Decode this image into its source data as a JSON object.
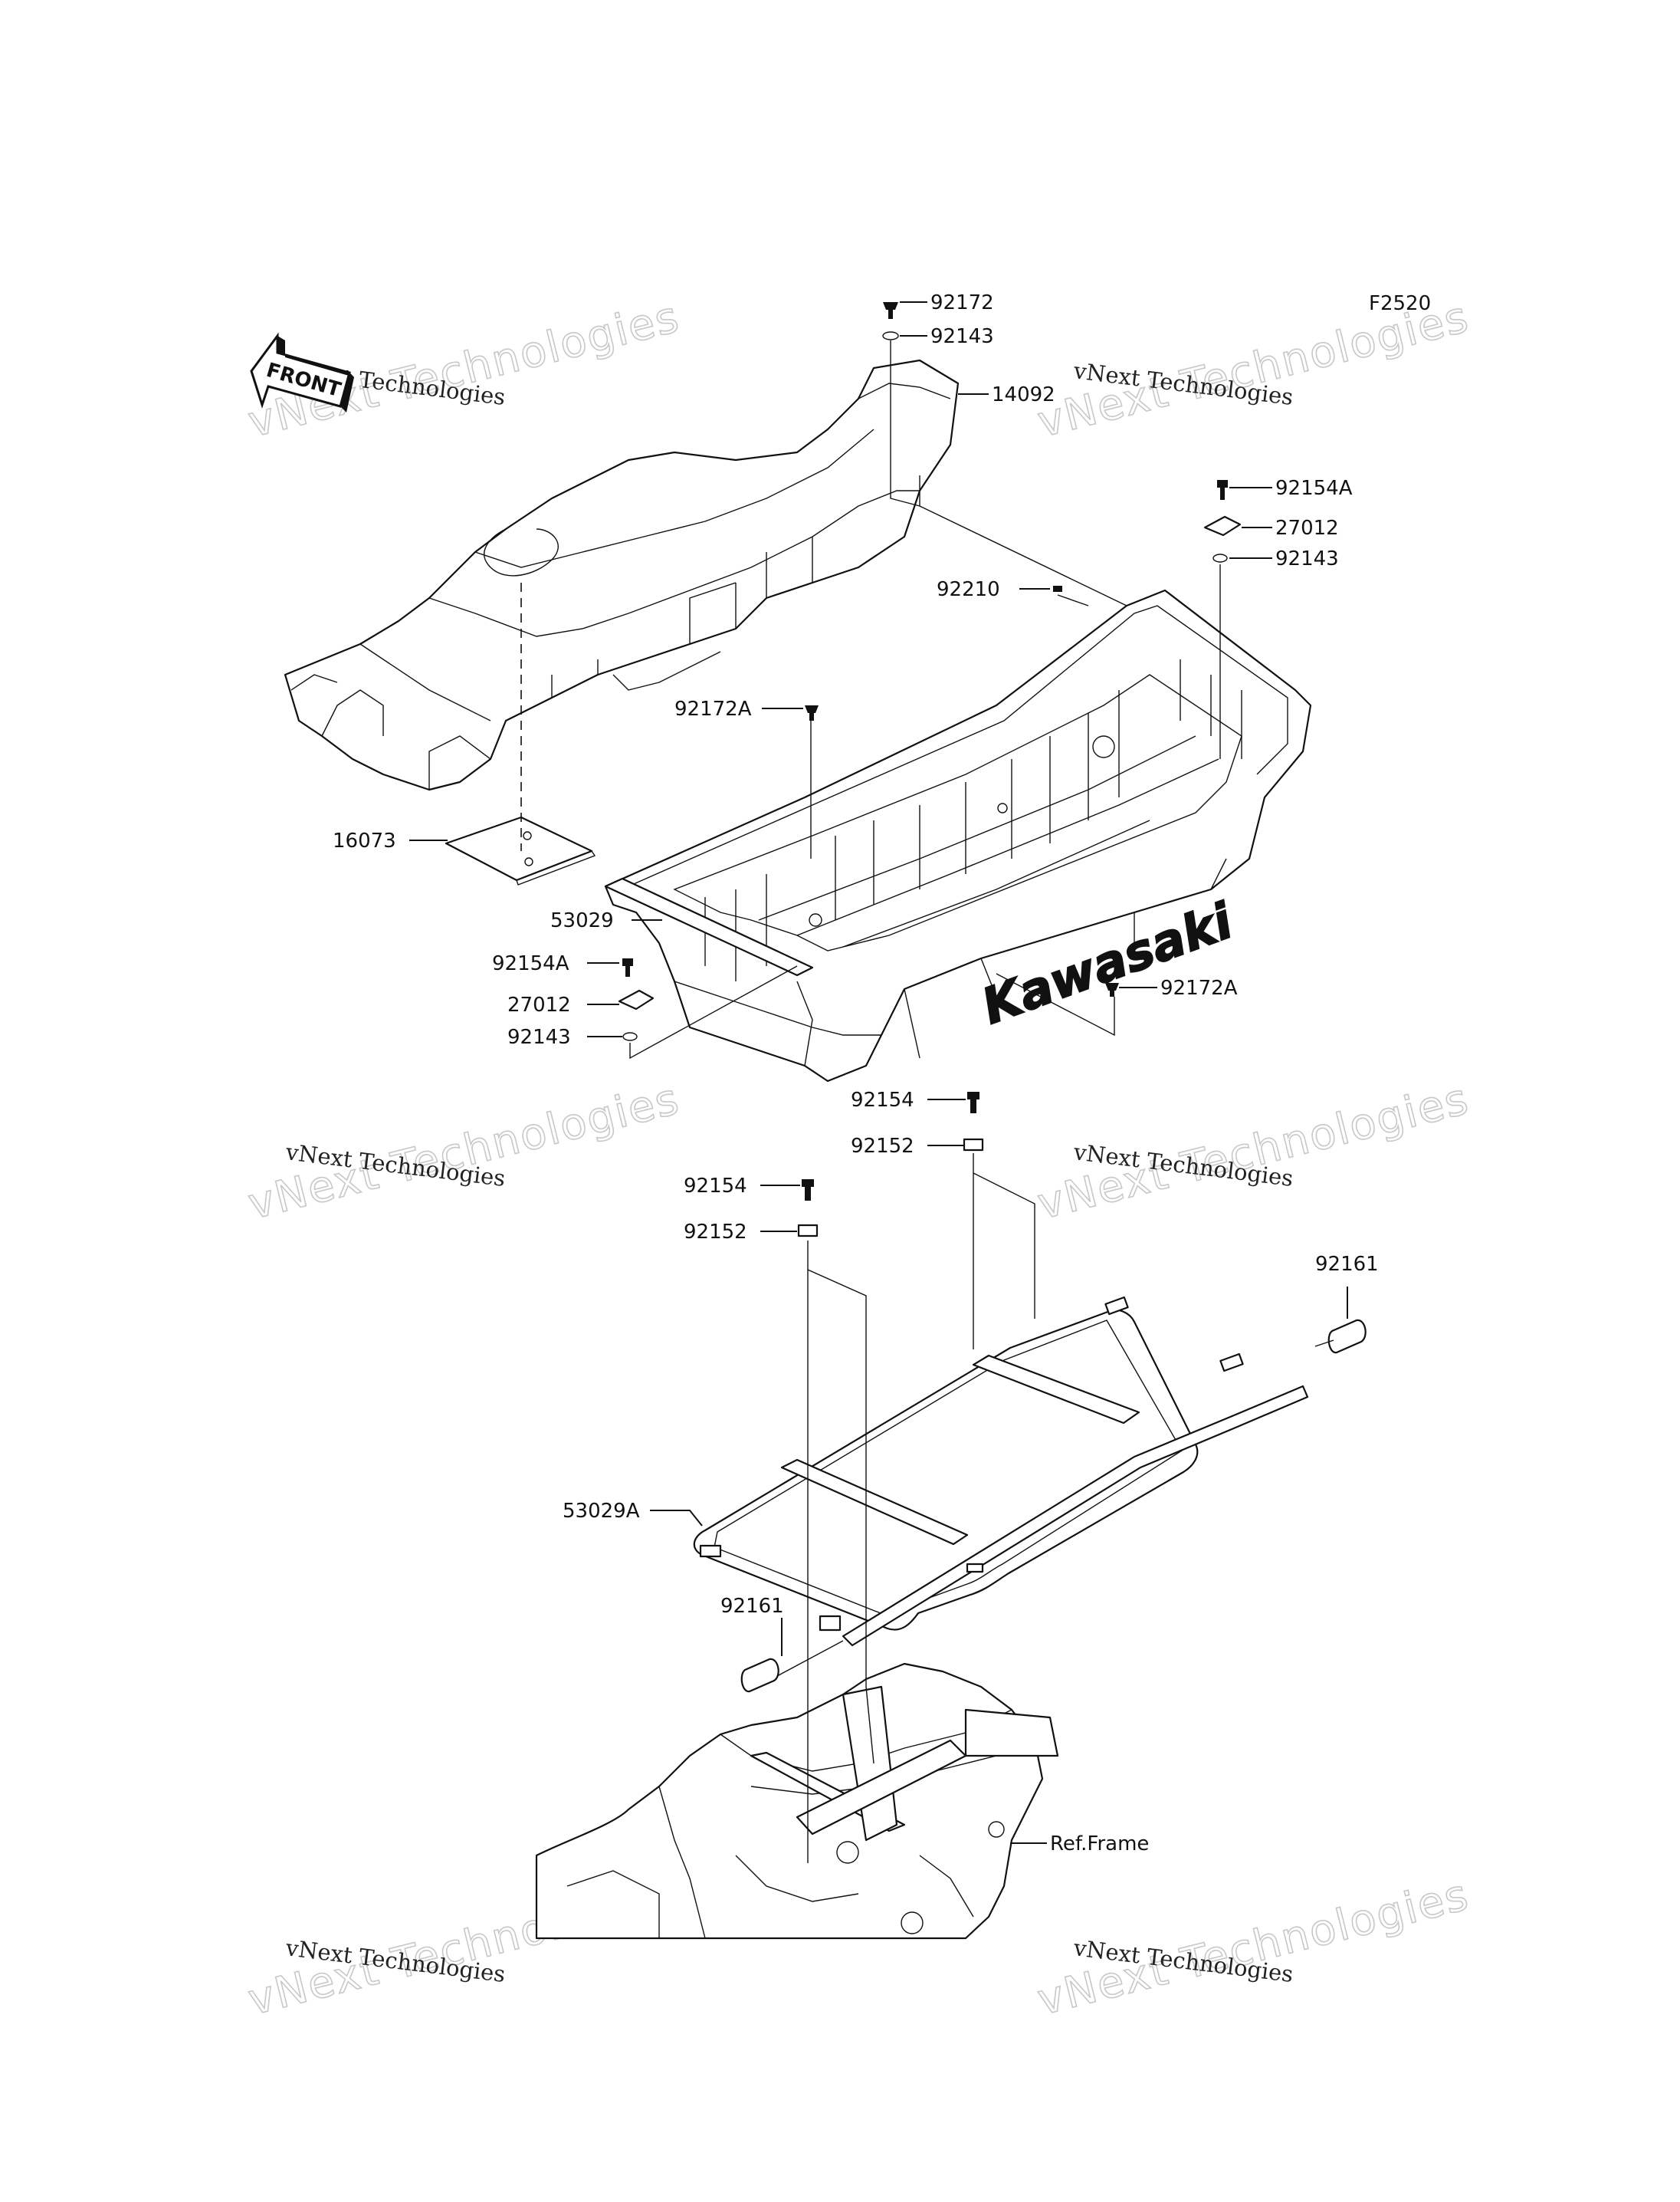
{
  "figure_code": "F2520",
  "front_arrow": {
    "text": "FRONT",
    "icon": "front-arrow-icon"
  },
  "watermark": {
    "big": "vNext Technologies",
    "small": "vNext Technologies"
  },
  "brand_on_bed": "Kawasaki",
  "labels": [
    {
      "id": "92172_top",
      "text": "92172"
    },
    {
      "id": "92143_top",
      "text": "92143"
    },
    {
      "id": "14092",
      "text": "14092"
    },
    {
      "id": "92154A_r",
      "text": "92154A"
    },
    {
      "id": "27012_r",
      "text": "27012"
    },
    {
      "id": "92143_r",
      "text": "92143"
    },
    {
      "id": "92210",
      "text": "92210"
    },
    {
      "id": "92172A_l",
      "text": "92172A"
    },
    {
      "id": "16073",
      "text": "16073"
    },
    {
      "id": "53029",
      "text": "53029"
    },
    {
      "id": "92154A_l",
      "text": "92154A"
    },
    {
      "id": "27012_l",
      "text": "27012"
    },
    {
      "id": "92143_l",
      "text": "92143"
    },
    {
      "id": "92172A_r",
      "text": "92172A"
    },
    {
      "id": "92154_r",
      "text": "92154"
    },
    {
      "id": "92152_r",
      "text": "92152"
    },
    {
      "id": "92154_l",
      "text": "92154"
    },
    {
      "id": "92152_l",
      "text": "92152"
    },
    {
      "id": "92161_r",
      "text": "92161"
    },
    {
      "id": "53029A",
      "text": "53029A"
    },
    {
      "id": "92161_l",
      "text": "92161"
    },
    {
      "id": "ref_frame",
      "text": "Ref.Frame"
    }
  ]
}
